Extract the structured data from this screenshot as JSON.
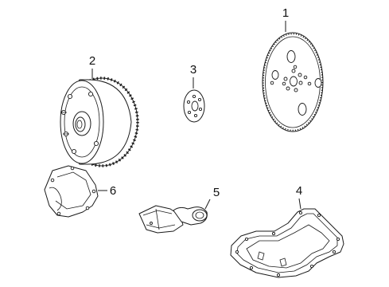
{
  "callouts": {
    "flexplate": "1",
    "torque_converter": "2",
    "spacer": "3",
    "oil_pan": "4",
    "filter": "5",
    "cover": "6"
  }
}
